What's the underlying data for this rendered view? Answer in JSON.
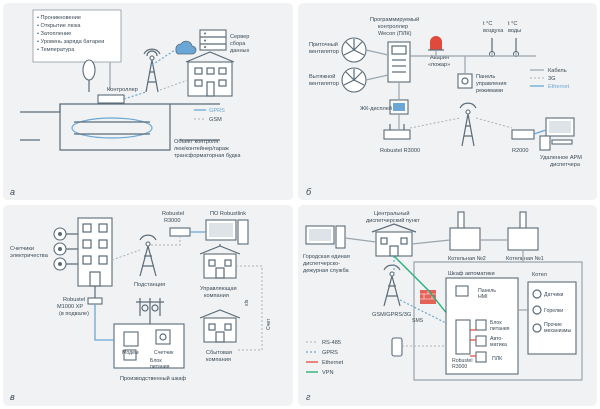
{
  "panels": {
    "a": {
      "letter": "а",
      "list_items": [
        "• Проникновение",
        "• Открытие люка",
        "• Затопление",
        "• Уровень заряда батареи",
        "• Температура"
      ],
      "server": [
        "Сервер",
        "сбора",
        "данных"
      ],
      "controller": "Контроллер",
      "legend": [
        "GPRS",
        "GSM"
      ],
      "object": [
        "Объект контроля:",
        "люк/контейнер/гараж",
        "трансформаторная будка"
      ]
    },
    "b": {
      "letter": "б",
      "plc": [
        "Программируемый",
        "контроллер",
        "Wecon (ПЛК)"
      ],
      "supply_fan": [
        "Приточный",
        "вентилятор"
      ],
      "exhaust_fan": [
        "Вытяжной",
        "вентилятор"
      ],
      "alarm": [
        "Авария",
        "«пожар»"
      ],
      "t_air": [
        "t °C",
        "воздуха"
      ],
      "t_water": [
        "t °C",
        "воды"
      ],
      "panel_modes": [
        "Панель",
        "управления",
        "режимами"
      ],
      "lcd": "ЖК-дисплей",
      "legend": [
        "Кабель",
        "3G",
        "Ethernet"
      ],
      "r3000": "Robustel R3000",
      "r2000": "R2000",
      "arm": [
        "Удаленное АРМ",
        "диспетчера"
      ]
    },
    "c": {
      "letter": "в",
      "meters": [
        "Счетчики",
        "электричества"
      ],
      "robustel_r3000": [
        "Robustel",
        "R3000"
      ],
      "po_robustlink": "ПО Robustlink",
      "substation": "Подстанция",
      "management": [
        "Управляющая",
        "компания"
      ],
      "xls": "xls",
      "schet": "Счет",
      "sales": [
        "Сбытовая",
        "компания"
      ],
      "m1000": [
        "Robustel",
        "M1000 XP",
        "(в подвале)"
      ],
      "modem": "Модем",
      "counter": "Счетчик",
      "power": [
        "Блок",
        "питания"
      ],
      "cabinet": "Производственный шкаф"
    },
    "d": {
      "letter": "г",
      "central": [
        "Центральный",
        "диспетчерский пункт"
      ],
      "city": [
        "Городская единая",
        "диспетчерско-",
        "дежурная служба"
      ],
      "boiler2": "Котельная №2",
      "boiler1": "Котельная №1",
      "boiler": "Котел",
      "cabinet": "Шкаф автоматики",
      "gsm": "GSM/GPRS/3G",
      "sms": "SMS",
      "hmi": [
        "Панель",
        "HMI"
      ],
      "power": [
        "Блок",
        "питания"
      ],
      "auto": [
        "Авто-",
        "матика"
      ],
      "plc": "ПЛК",
      "robustel": [
        "Robustel",
        "R3000"
      ],
      "sensors": "Датчики",
      "burners": "Горелки",
      "other": [
        "Прочие",
        "механизмы"
      ],
      "legend": [
        "RS-485",
        "GPRS",
        "Ethernet",
        "VPN"
      ]
    }
  },
  "colors": {
    "line": "#5b6b78",
    "blue": "#6aa7d6",
    "red": "#e04a3c",
    "green": "#2bb07a",
    "panel_bg": "#f0f2f3"
  }
}
